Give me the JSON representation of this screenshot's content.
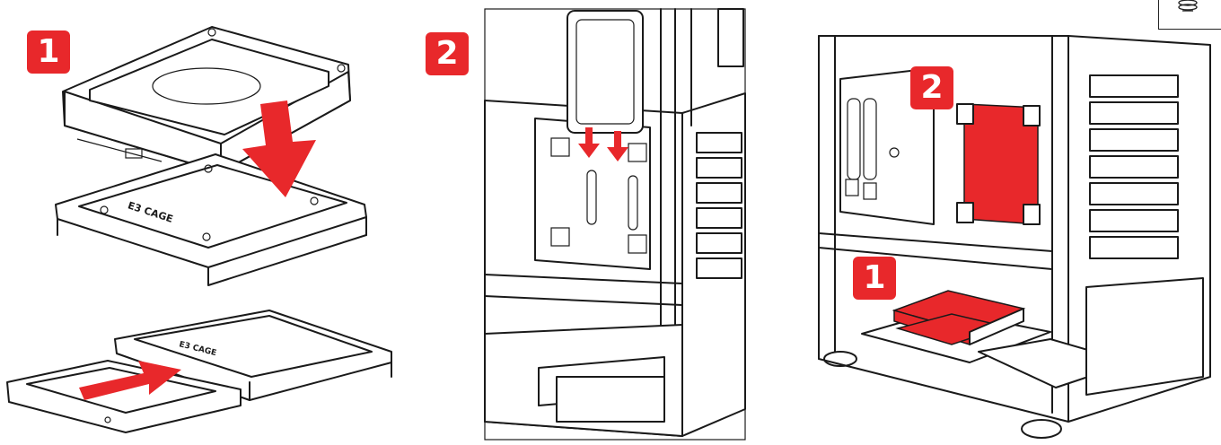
{
  "colors": {
    "accent": "#e8282b",
    "line": "#1a1a1a",
    "background": "#ffffff"
  },
  "panel1": {
    "step_badge": "1",
    "bracket_label_top": "E3 CAGE",
    "bracket_label_bottom": "E3 CAGE"
  },
  "panel2": {
    "step_badge": "2"
  },
  "panel3": {
    "badge_upper": "2",
    "badge_lower": "1"
  },
  "icons": {
    "corner": "fan-icon"
  }
}
